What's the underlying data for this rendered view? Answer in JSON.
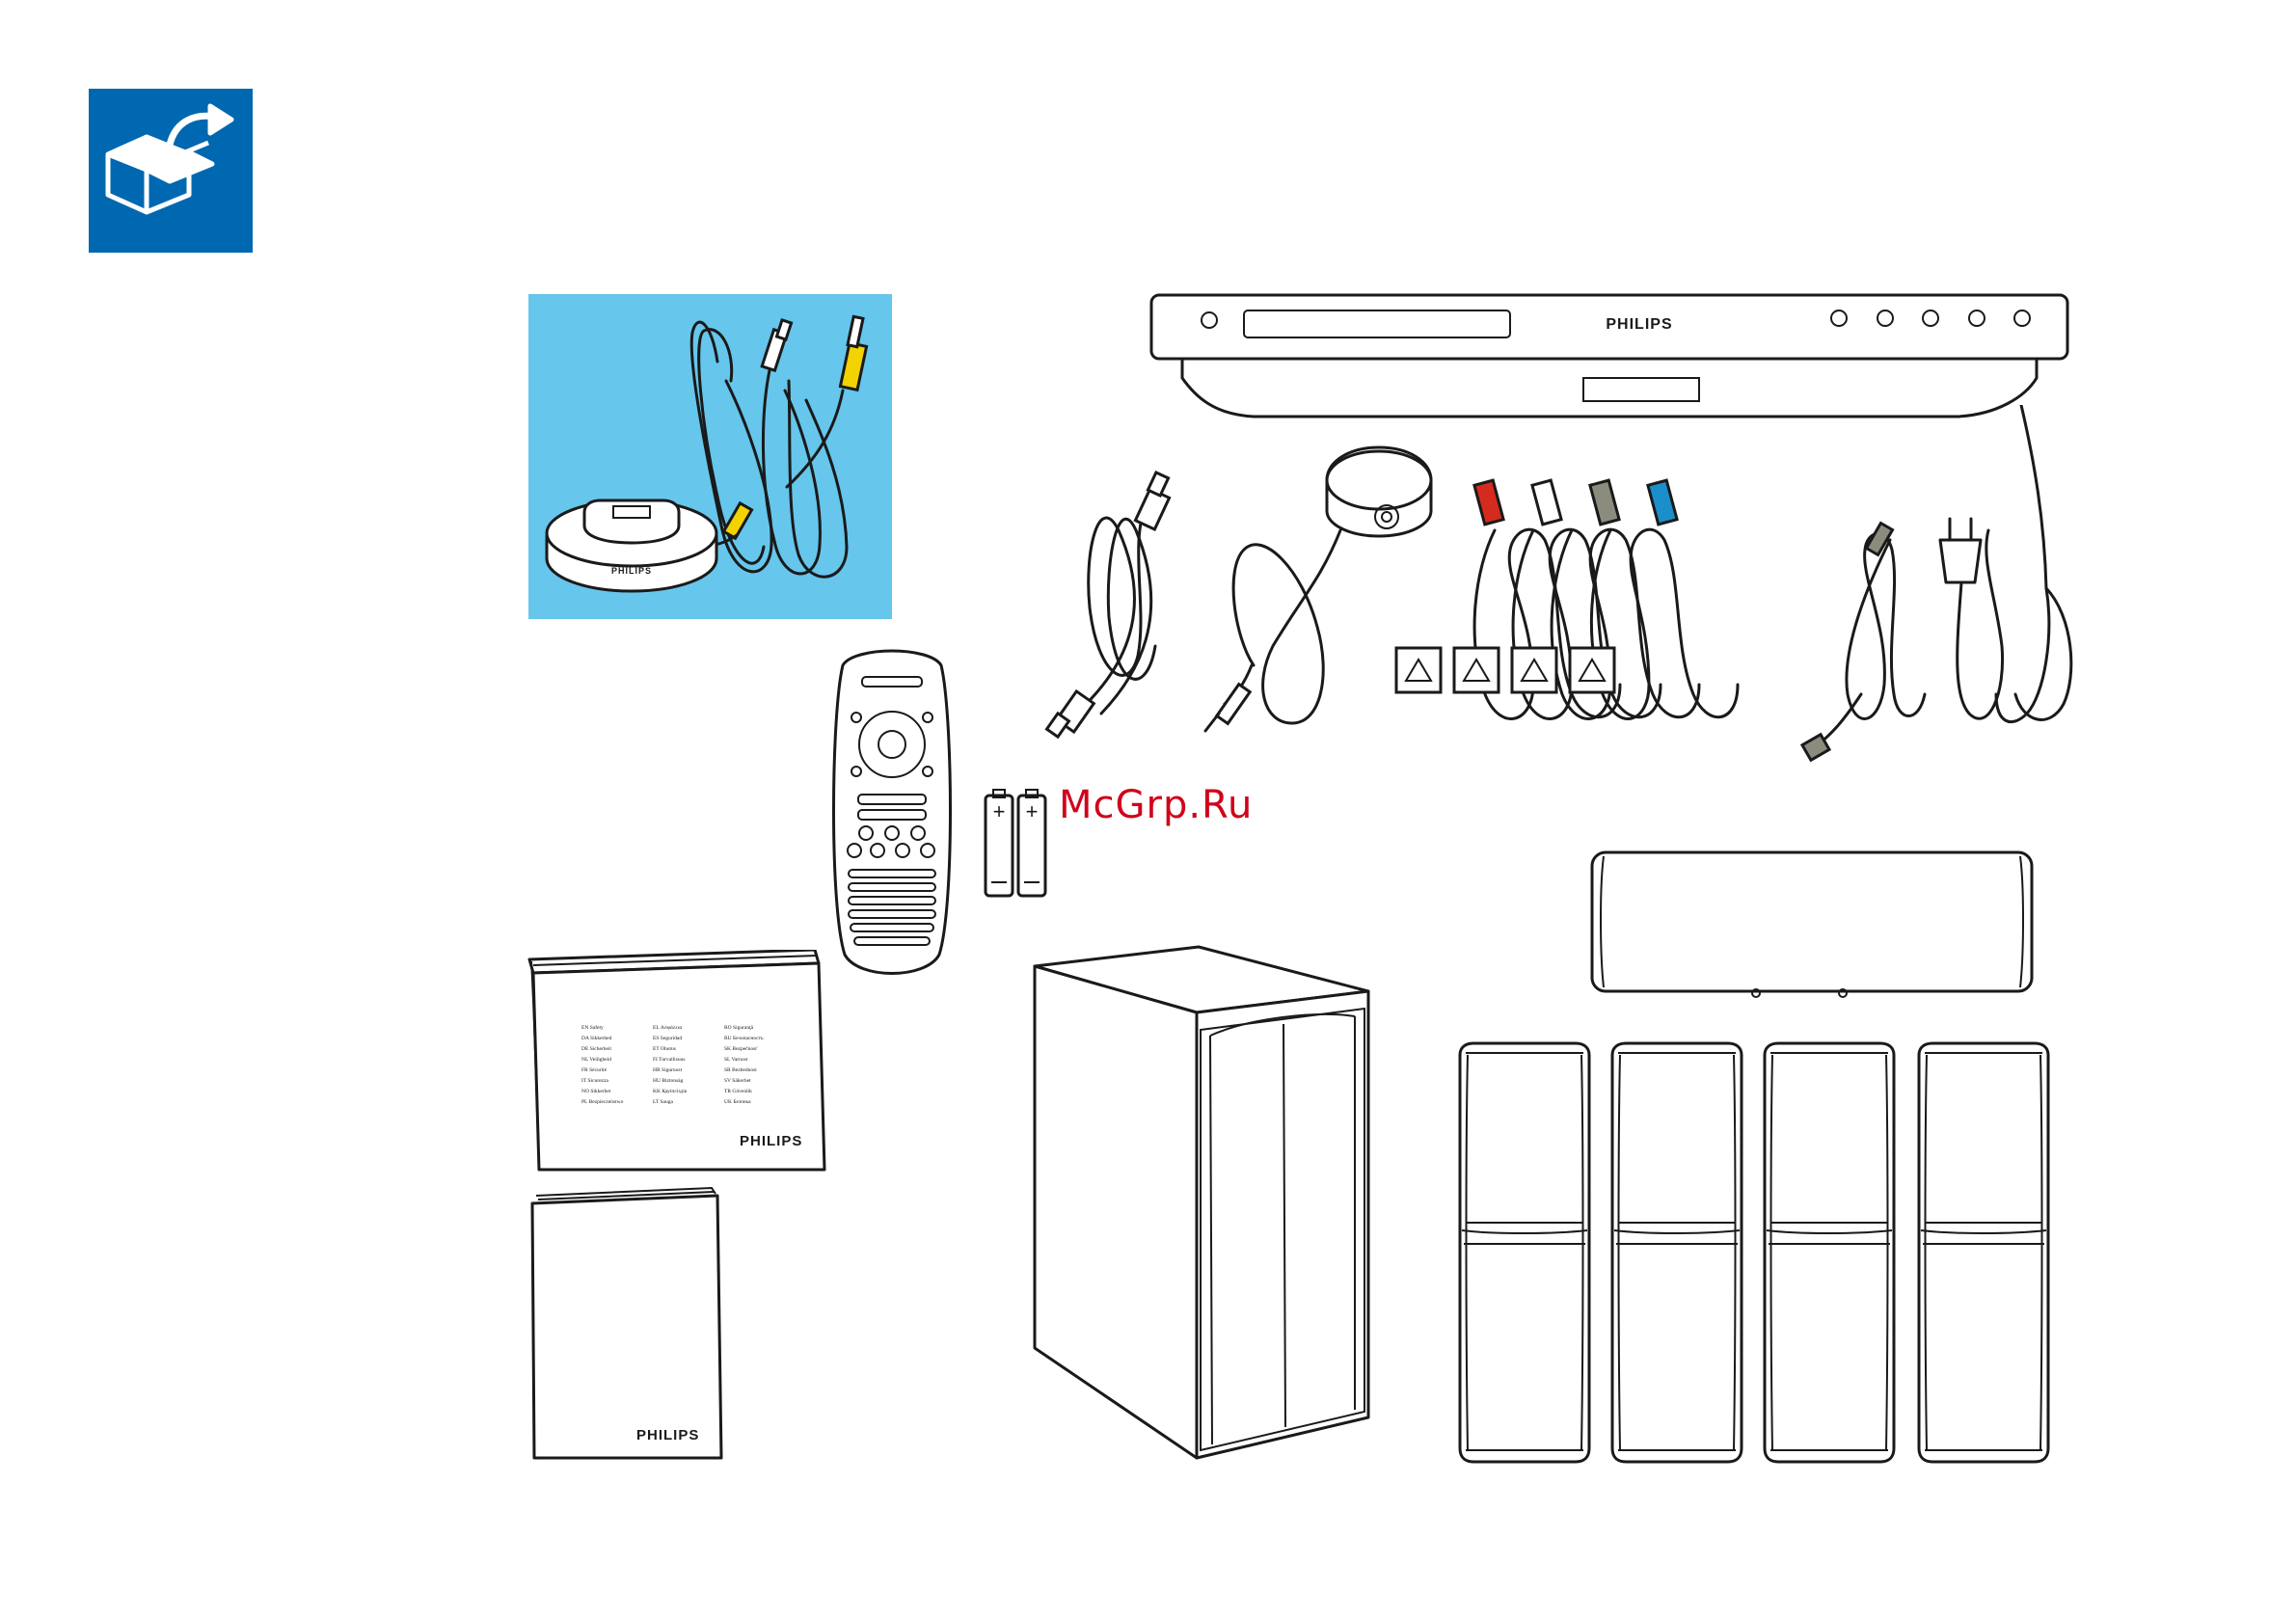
{
  "header": {
    "icon": "unpack-box-icon",
    "icon_bg": "#0067b1"
  },
  "dock_panel": {
    "bg": "#66c6ec",
    "brand": "PHILIPS"
  },
  "player": {
    "brand": "PHILIPS"
  },
  "manual": {
    "brand": "PHILIPS",
    "languages": [
      [
        "EN  Safety",
        "EL  Ασφάλεια",
        "RO  Siguranţă"
      ],
      [
        "DA  Sikkerhed",
        "ES  Seguridad",
        "RU  Безопасность"
      ],
      [
        "DE  Sicherheit",
        "ET  Ohutus",
        "SK  Bezpečnosť"
      ],
      [
        "NL  Veiligheid",
        "FI  Turvallisuus",
        "SL  Varnost"
      ],
      [
        "FR  Sécurité",
        "HR  Sigurnost",
        "SR  Bezbednost"
      ],
      [
        "IT  Sicurezza",
        "HU  Biztonság",
        "SV  Säkerhet"
      ],
      [
        "NO  Sikkerhet",
        "KK  Қауіпсіздік",
        "TR  Güvenlik"
      ],
      [
        "PL  Bezpieczeństwo",
        "LT  Sauga",
        "UK  Безпека"
      ]
    ]
  },
  "booklet": {
    "brand": "PHILIPS"
  },
  "watermark": "McGrp.Ru",
  "colors": {
    "plug_red": "#d52b1e",
    "plug_gray": "#8c8c7e",
    "plug_blue": "#1b8fc9",
    "plug_yellow": "#f2d200"
  }
}
